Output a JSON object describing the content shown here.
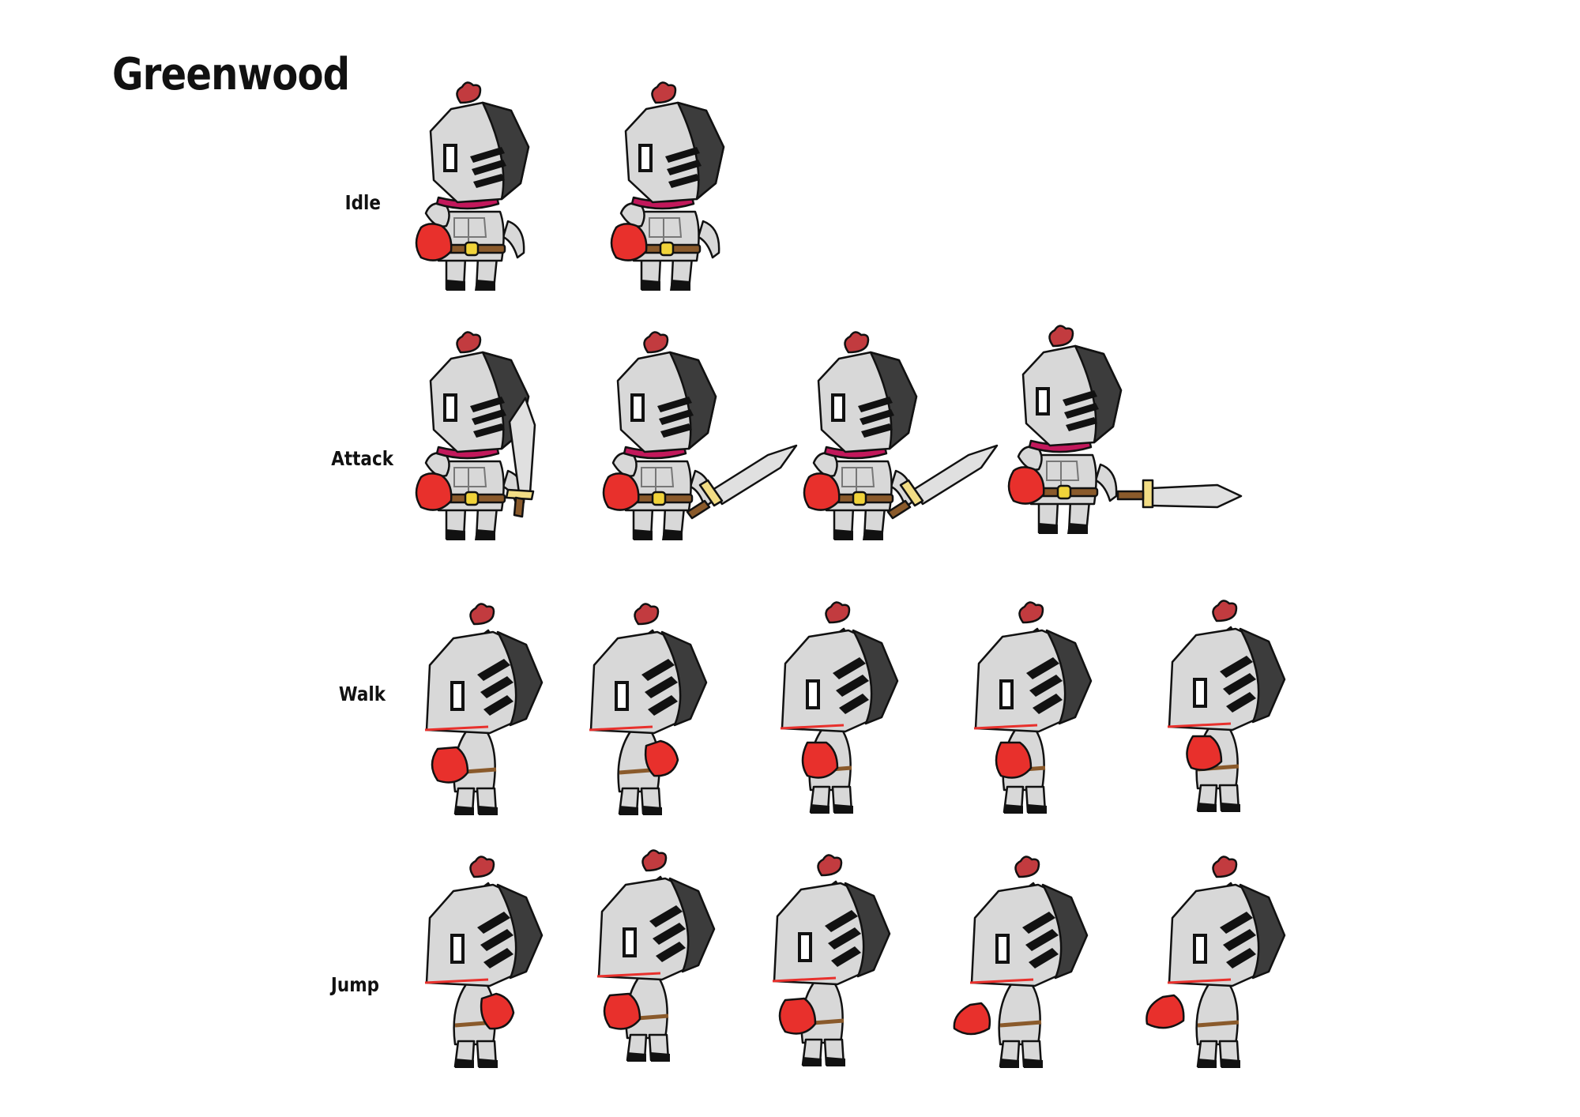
{
  "title": "Greenwood",
  "colors": {
    "armor": "#d8d8d8",
    "armor_shadow": "#9c9c9c",
    "dark": "#3c3c3c",
    "glove": "#e8302c",
    "plume": "#c23b3f",
    "collar": "#c2185b",
    "belt": "#8a5a2b",
    "buckle": "#f0d33a",
    "blade": "#e0e0e0",
    "hilt": "#f2dd85"
  },
  "rows": [
    {
      "key": "idle",
      "label": "Idle",
      "frames": 2
    },
    {
      "key": "attack",
      "label": "Attack",
      "frames": 4
    },
    {
      "key": "walk",
      "label": "Walk",
      "frames": 5
    },
    {
      "key": "jump",
      "label": "Jump",
      "frames": 5
    }
  ]
}
